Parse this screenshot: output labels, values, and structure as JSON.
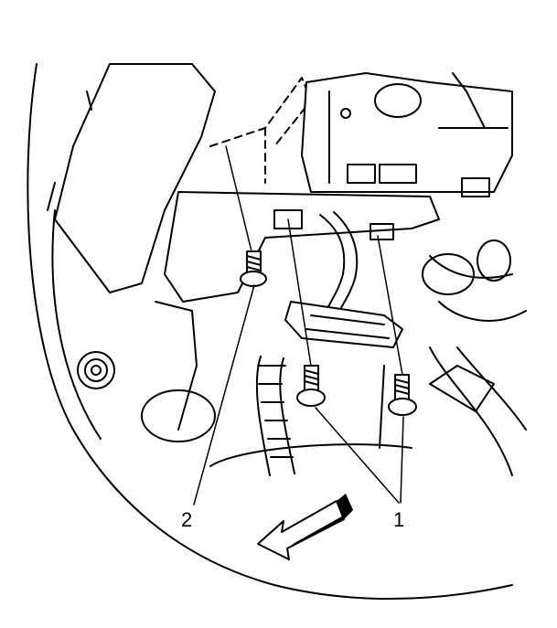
{
  "diagram": {
    "callouts": [
      {
        "id": "1",
        "text": "1"
      },
      {
        "id": "2",
        "text": "2"
      }
    ],
    "colors": {
      "line": "#000000",
      "fill": "#ffffff"
    },
    "icons": [
      "bolt-icon",
      "direction-arrow-icon"
    ]
  }
}
